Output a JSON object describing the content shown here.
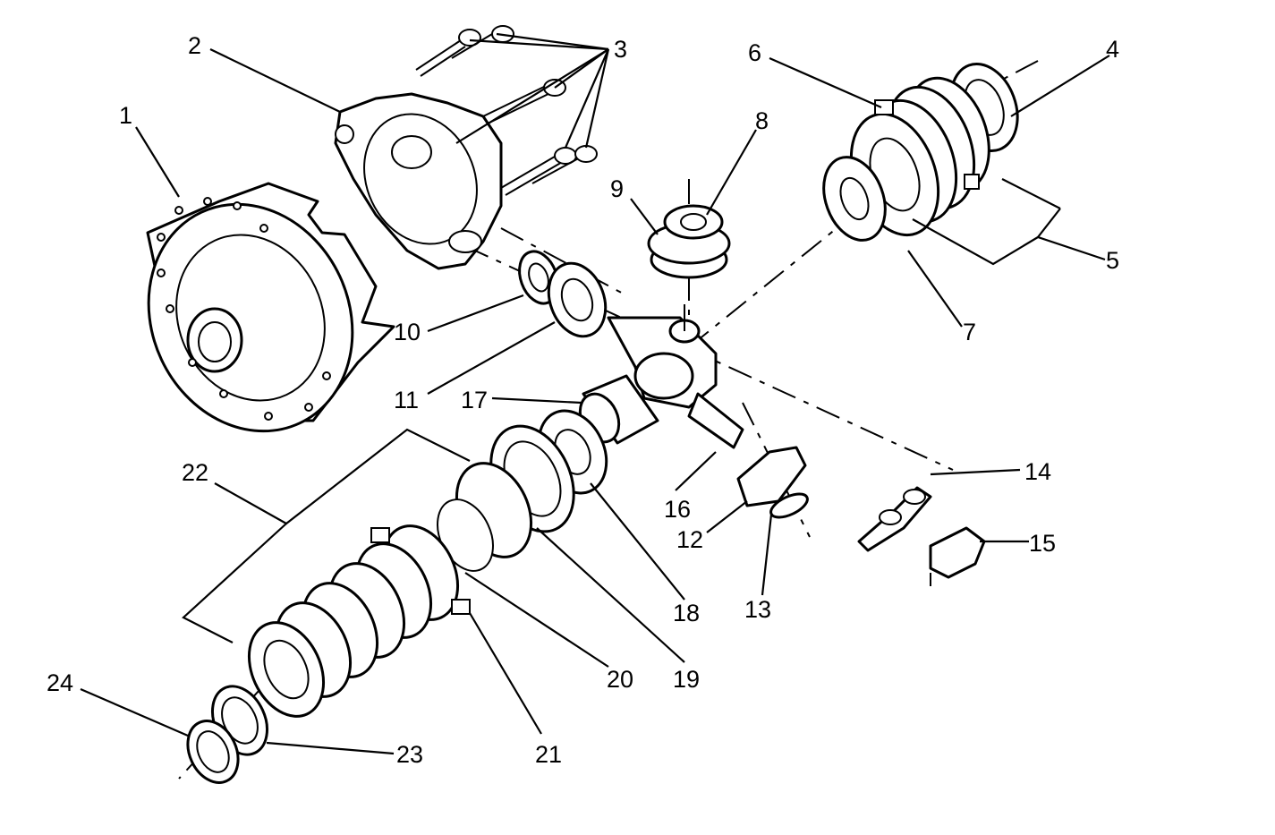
{
  "callouts": [
    {
      "id": "c1",
      "label": "1"
    },
    {
      "id": "c2",
      "label": "2"
    },
    {
      "id": "c3",
      "label": "3"
    },
    {
      "id": "c4",
      "label": "4"
    },
    {
      "id": "c5",
      "label": "5"
    },
    {
      "id": "c6",
      "label": "6"
    },
    {
      "id": "c7",
      "label": "7"
    },
    {
      "id": "c8",
      "label": "8"
    },
    {
      "id": "c9",
      "label": "9"
    },
    {
      "id": "c10",
      "label": "10"
    },
    {
      "id": "c11",
      "label": "11"
    },
    {
      "id": "c12",
      "label": "12"
    },
    {
      "id": "c13",
      "label": "13"
    },
    {
      "id": "c14",
      "label": "14"
    },
    {
      "id": "c15",
      "label": "15"
    },
    {
      "id": "c16",
      "label": "16"
    },
    {
      "id": "c17",
      "label": "17"
    },
    {
      "id": "c18",
      "label": "18"
    },
    {
      "id": "c19",
      "label": "19"
    },
    {
      "id": "c20",
      "label": "20"
    },
    {
      "id": "c21",
      "label": "21"
    },
    {
      "id": "c22",
      "label": "22"
    },
    {
      "id": "c23",
      "label": "23"
    },
    {
      "id": "c24",
      "label": "24"
    }
  ],
  "colors": {
    "line": "#000000",
    "background": "#ffffff"
  }
}
